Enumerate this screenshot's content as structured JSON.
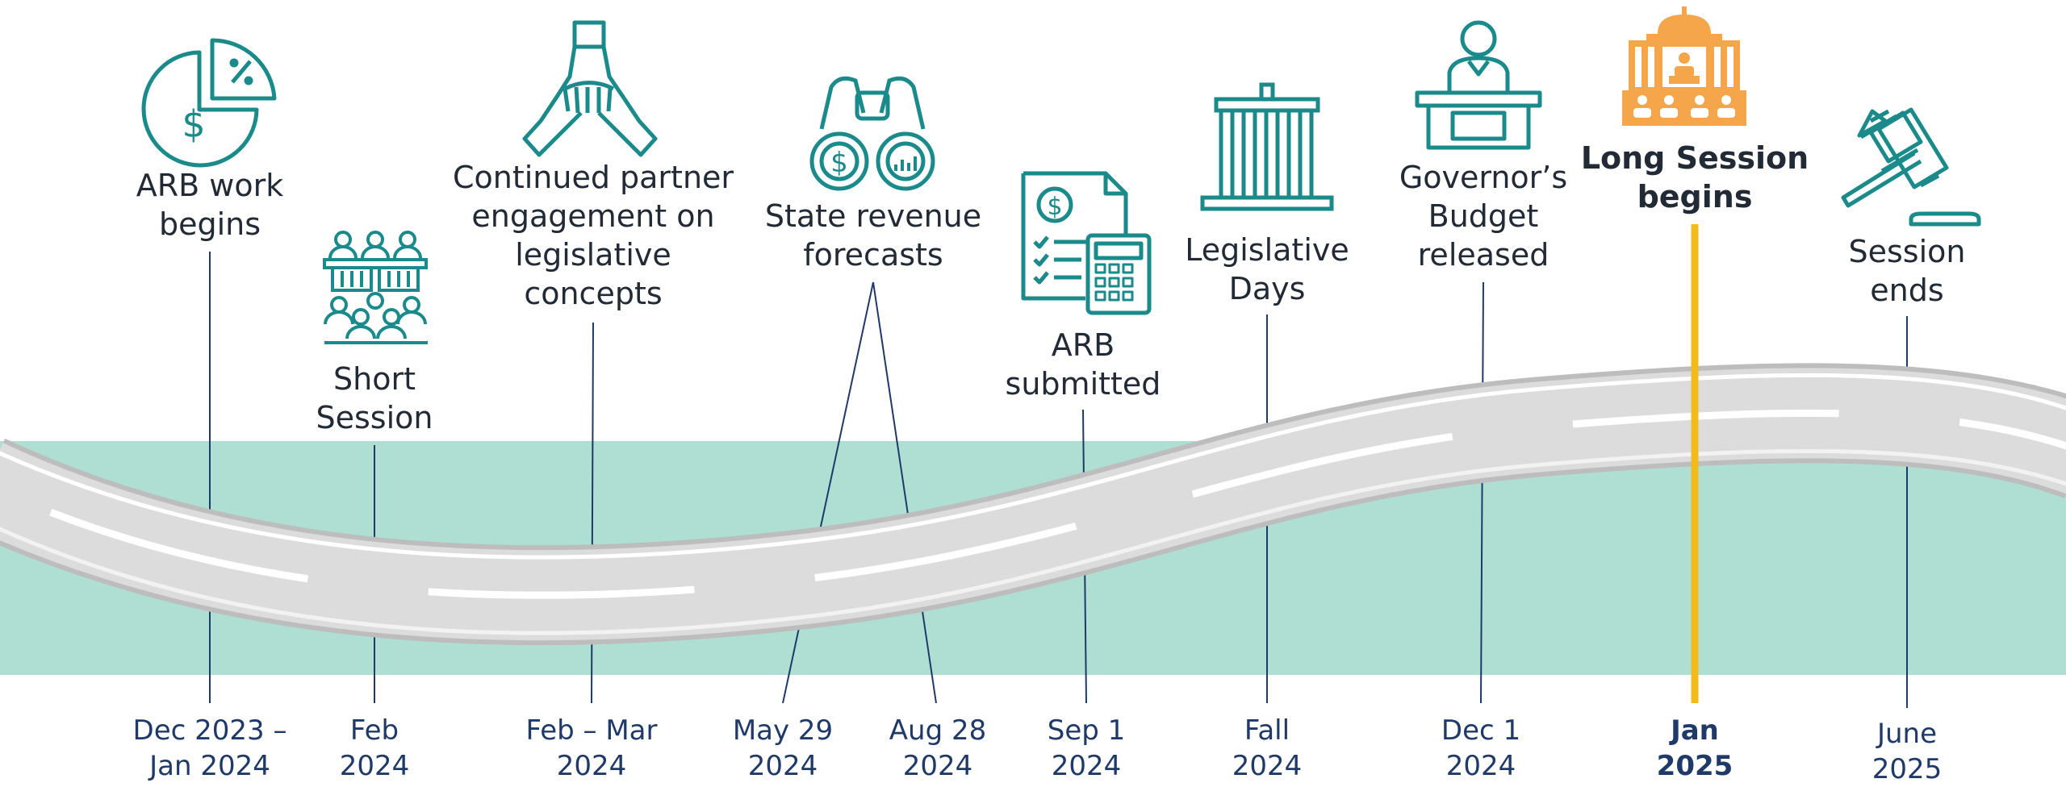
{
  "colors": {
    "teal": "#1a8a8a",
    "band": "#afdfd3",
    "road": "#d9d9d9",
    "dash": "#ffffff",
    "orange": "#f5a54a",
    "highlight_line": "#f2bb1b",
    "date_text": "#1f3a68",
    "label_text": "#222a35"
  },
  "milestones": [
    {
      "id": "arb-work",
      "label": [
        "ARB work",
        "begins"
      ],
      "date": [
        "Dec 2023 –",
        "Jan 2024"
      ],
      "icon": "pie-chart-dollar-icon",
      "highlight": false
    },
    {
      "id": "short-session",
      "label": [
        "Short",
        "Session"
      ],
      "date": [
        "Feb",
        "2024"
      ],
      "icon": "legislature-people-icon",
      "highlight": false
    },
    {
      "id": "partner-engagement",
      "label": [
        "Continued partner",
        "engagement on",
        "legislative",
        "concepts"
      ],
      "date": [
        "Feb – Mar",
        "2024"
      ],
      "icon": "handshake-hands-icon",
      "highlight": false
    },
    {
      "id": "revenue-forecasts",
      "label": [
        "State revenue",
        "forecasts"
      ],
      "date_a": [
        "May 29",
        "2024"
      ],
      "date_b": [
        "Aug 28",
        "2024"
      ],
      "icon": "binoculars-dollar-icon",
      "highlight": false
    },
    {
      "id": "arb-submitted",
      "label": [
        "ARB",
        "submitted"
      ],
      "date": [
        "Sep 1",
        "2024"
      ],
      "icon": "document-calculator-icon",
      "highlight": false
    },
    {
      "id": "legislative-days",
      "label": [
        "Legislative",
        "Days"
      ],
      "date": [
        "Fall",
        "2024"
      ],
      "icon": "capitol-columns-icon",
      "highlight": false
    },
    {
      "id": "governors-budget",
      "label": [
        "Governor’s",
        "Budget",
        "released"
      ],
      "date": [
        "Dec 1",
        "2024"
      ],
      "icon": "speaker-podium-icon",
      "highlight": false
    },
    {
      "id": "long-session",
      "label": [
        "Long Session",
        "begins"
      ],
      "date": [
        "Jan",
        "2025"
      ],
      "icon": "capitol-assembly-icon",
      "highlight": true
    },
    {
      "id": "session-ends",
      "label": [
        "Session",
        "ends"
      ],
      "date": [
        "June",
        "2025"
      ],
      "icon": "gavel-icon",
      "highlight": false
    }
  ]
}
